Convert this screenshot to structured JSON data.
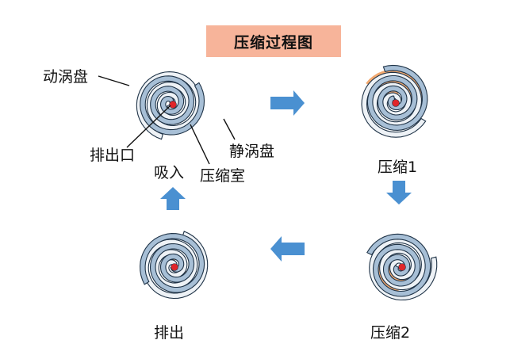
{
  "title": "压缩过程图",
  "labels": {
    "moving_scroll": "动涡盘",
    "fixed_scroll": "静涡盘",
    "discharge_port": "排出口",
    "compression_chamber": "压缩室"
  },
  "stages": [
    {
      "id": "intake",
      "caption": "吸入"
    },
    {
      "id": "compress1",
      "caption": "压缩1"
    },
    {
      "id": "compress2",
      "caption": "压缩2"
    },
    {
      "id": "discharge",
      "caption": "排出"
    }
  ],
  "flow": [
    "吸入",
    "压缩1",
    "压缩2",
    "排出",
    "吸入"
  ],
  "colors": {
    "moving_scroll": "#a7bfd6",
    "scroll_outline": "#1f3347",
    "fixed_scroll": "#eef2f6",
    "compressed_gas": "#f2a970",
    "discharge_dot": "#e0262a",
    "arrow": "#4a90d1",
    "title_bg": "#f7b49a"
  }
}
